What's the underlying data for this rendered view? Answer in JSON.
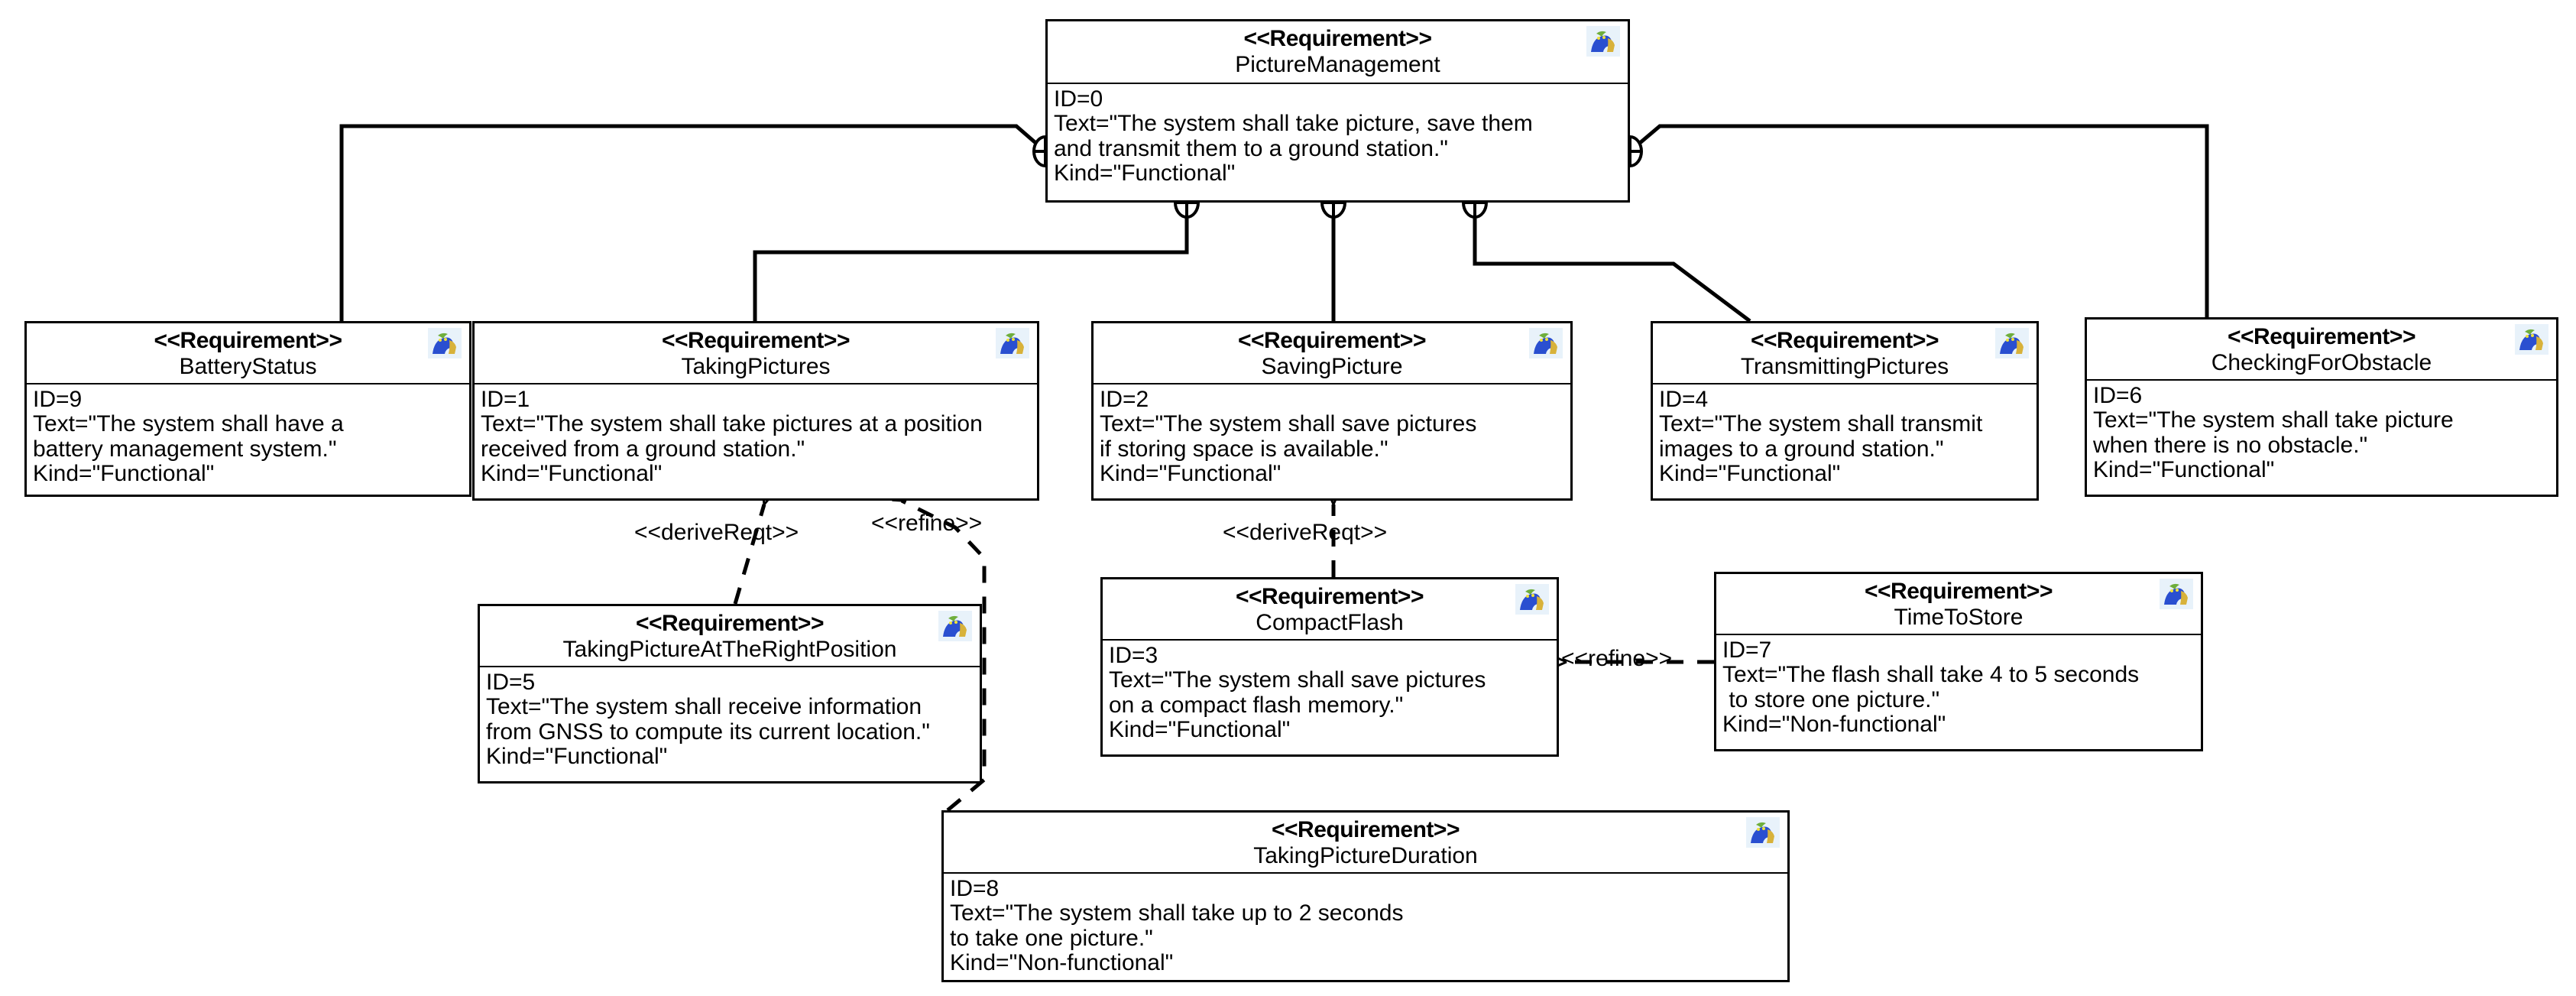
{
  "diagram": {
    "title": "Requirement Diagram - PictureManagement",
    "stereotype": "<<Requirement>>",
    "icon_name": "papyrus-requirement-icon"
  },
  "blocks": [
    {
      "key": "picture_management",
      "stereotype": "<<Requirement>>",
      "name": "PictureManagement",
      "id_line": "ID=0",
      "text_lines": [
        "Text=\"The system shall take picture, save them",
        "and transmit them to a ground station.\""
      ],
      "kind_line": "Kind=\"Functional\""
    },
    {
      "key": "battery_status",
      "stereotype": "<<Requirement>>",
      "name": "BatteryStatus",
      "id_line": "ID=9",
      "text_lines": [
        "Text=\"The system shall have a",
        "battery management system.\""
      ],
      "kind_line": "Kind=\"Functional\""
    },
    {
      "key": "taking_pictures",
      "stereotype": "<<Requirement>>",
      "name": "TakingPictures",
      "id_line": "ID=1",
      "text_lines": [
        "Text=\"The system shall take pictures at a position",
        "received from a ground station.\""
      ],
      "kind_line": "Kind=\"Functional\""
    },
    {
      "key": "saving_picture",
      "stereotype": "<<Requirement>>",
      "name": "SavingPicture",
      "id_line": "ID=2",
      "text_lines": [
        "Text=\"The system shall save pictures",
        "if storing space is available.\""
      ],
      "kind_line": "Kind=\"Functional\""
    },
    {
      "key": "transmitting_pictures",
      "stereotype": "<<Requirement>>",
      "name": "TransmittingPictures",
      "id_line": "ID=4",
      "text_lines": [
        "Text=\"The system shall transmit",
        "images to a ground station.\""
      ],
      "kind_line": "Kind=\"Functional\""
    },
    {
      "key": "checking_for_obstacle",
      "stereotype": "<<Requirement>>",
      "name": "CheckingForObstacle",
      "id_line": "ID=6",
      "text_lines": [
        "Text=\"The system shall take picture",
        "when there is no obstacle.\""
      ],
      "kind_line": "Kind=\"Functional\""
    },
    {
      "key": "taking_picture_at_the_right_position",
      "stereotype": "<<Requirement>>",
      "name": "TakingPictureAtTheRightPosition",
      "id_line": "ID=5",
      "text_lines": [
        "Text=\"The system shall receive information",
        "from GNSS to compute its current location.\""
      ],
      "kind_line": "Kind=\"Functional\""
    },
    {
      "key": "compact_flash",
      "stereotype": "<<Requirement>>",
      "name": "CompactFlash",
      "id_line": "ID=3",
      "text_lines": [
        "Text=\"The system shall save pictures",
        "on a compact flash memory.\""
      ],
      "kind_line": "Kind=\"Functional\""
    },
    {
      "key": "time_to_store",
      "stereotype": "<<Requirement>>",
      "name": "TimeToStore",
      "id_line": "ID=7",
      "text_lines": [
        "Text=\"The flash shall take 4 to 5 seconds",
        " to store one picture.\""
      ],
      "kind_line": "Kind=\"Non-functional\""
    },
    {
      "key": "taking_picture_duration",
      "stereotype": "<<Requirement>>",
      "name": "TakingPictureDuration",
      "id_line": "ID=8",
      "text_lines": [
        "Text=\"The system shall take up to 2 seconds",
        "to take one picture.\""
      ],
      "kind_line": "Kind=\"Non-functional\""
    }
  ],
  "relations": {
    "derive_reqt_label": "<<deriveReqt>>",
    "refine_label": "<<refine>>",
    "items": [
      {
        "key": "derive_taking_pictures",
        "label": "<<deriveReqt>>",
        "type": "deriveReqt",
        "from": "taking_picture_at_the_right_position",
        "to": "taking_pictures"
      },
      {
        "key": "refine_taking_pictures",
        "label": "<<refine>>",
        "type": "refine",
        "from": "taking_picture_duration",
        "to": "taking_pictures"
      },
      {
        "key": "derive_saving_picture",
        "label": "<<deriveReqt>>",
        "type": "deriveReqt",
        "from": "compact_flash",
        "to": "saving_picture"
      },
      {
        "key": "refine_compact_flash",
        "label": "<<refine>>",
        "type": "refine",
        "from": "time_to_store",
        "to": "compact_flash"
      }
    ],
    "containments": [
      {
        "key": "contain_battery_status",
        "from": "picture_management",
        "to": "battery_status"
      },
      {
        "key": "contain_taking_pictures",
        "from": "picture_management",
        "to": "taking_pictures"
      },
      {
        "key": "contain_saving_picture",
        "from": "picture_management",
        "to": "saving_picture"
      },
      {
        "key": "contain_transmitting_pictures",
        "from": "picture_management",
        "to": "transmitting_pictures"
      },
      {
        "key": "contain_checking_for_obstacle",
        "from": "picture_management",
        "to": "checking_for_obstacle"
      }
    ]
  },
  "colors": {
    "line": "#000000",
    "block_fill": "#ffffff",
    "icon_bg": "#e8f2fa",
    "icon_body": "#2a4fd0",
    "icon_accent": "#6fae3c",
    "icon_highlight": "#d8b23a"
  }
}
